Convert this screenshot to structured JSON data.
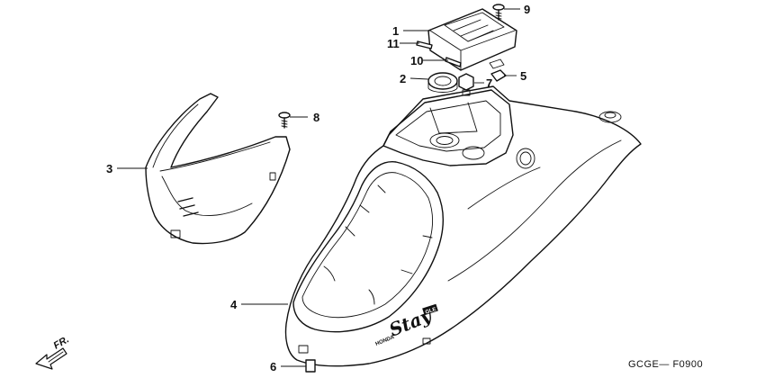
{
  "diagram": {
    "figure_code": "GCGE— F0900",
    "direction_label": "FR.",
    "decal_text": "Stay",
    "decal_small_left": "HONDA",
    "decal_small_right": "GLE",
    "callouts": [
      "1",
      "2",
      "3",
      "4",
      "5",
      "6",
      "7",
      "8",
      "9",
      "10",
      "11"
    ]
  }
}
